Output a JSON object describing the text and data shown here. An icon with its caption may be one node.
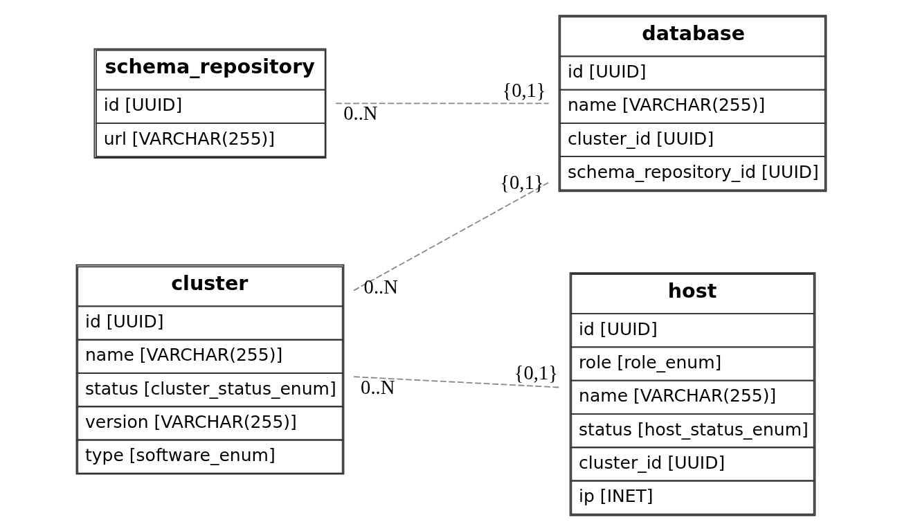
{
  "diagram": {
    "nodes": [
      {
        "text": [
          "schema_repository",
          "id [UUID]",
          "url [VARCHAR(255)]"
        ]
      },
      {
        "text": [
          "database",
          "id [UUID]",
          "name [VARCHAR(255)]",
          "cluster_id [UUID]",
          "schema_repository_id [UUID]"
        ]
      },
      {
        "text": [
          "cluster",
          "id [UUID]",
          "name [VARCHAR(255)]",
          "status [cluster_status_enum]",
          "version [VARCHAR(255)]",
          "type [software_enum]"
        ]
      },
      {
        "text": [
          "host",
          "id [UUID]",
          "role [role_enum]",
          "name [VARCHAR(255)]",
          "status [host_status_enum]",
          "cluster_id [UUID]",
          "ip [INET]"
        ]
      }
    ],
    "edges": [
      {
        "from": 0,
        "to": 1,
        "arrow": "none",
        "style": "dashed"
      },
      {
        "from": 2,
        "to": 1,
        "arrow": "none",
        "style": "dashed"
      },
      {
        "from": 2,
        "to": 3,
        "arrow": "none",
        "style": "dashed"
      }
    ],
    "labels": [
      "0..N",
      "{0,1}",
      "0..N",
      "{0,1}",
      "0..N",
      "{0,1}"
    ]
  }
}
